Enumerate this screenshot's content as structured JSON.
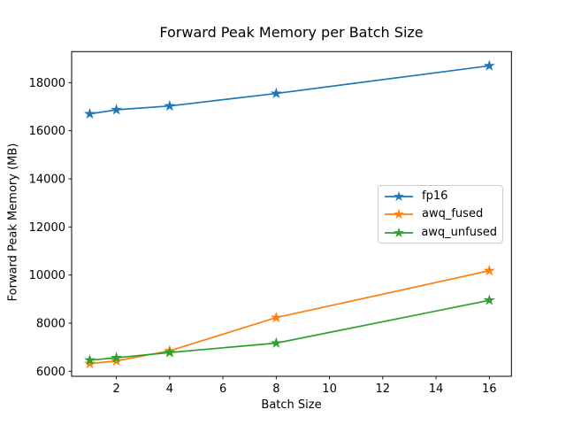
{
  "chart_data": {
    "type": "line",
    "title": "Forward Peak Memory per Batch Size",
    "xlabel": "Batch Size",
    "ylabel": "Forward Peak Memory (MB)",
    "marker": "star",
    "x": [
      1,
      2,
      4,
      8,
      16
    ],
    "series": [
      {
        "name": "fp16",
        "color": "#1f77b4",
        "values": [
          16700,
          16870,
          17030,
          17550,
          18700
        ]
      },
      {
        "name": "awq_fused",
        "color": "#ff7f0e",
        "values": [
          6320,
          6430,
          6850,
          8230,
          10180
        ]
      },
      {
        "name": "awq_unfused",
        "color": "#2ca02c",
        "values": [
          6460,
          6560,
          6780,
          7170,
          8950
        ]
      }
    ],
    "xticks": [
      2,
      4,
      6,
      8,
      10,
      12,
      14,
      16
    ],
    "yticks": [
      6000,
      8000,
      10000,
      12000,
      14000,
      16000,
      18000
    ],
    "xlim": [
      0.32,
      16.83
    ],
    "ylim": [
      5790,
      19290
    ],
    "grid": false,
    "legend_position": "center right",
    "axis_color": "#000000",
    "background_color": "#ffffff"
  }
}
